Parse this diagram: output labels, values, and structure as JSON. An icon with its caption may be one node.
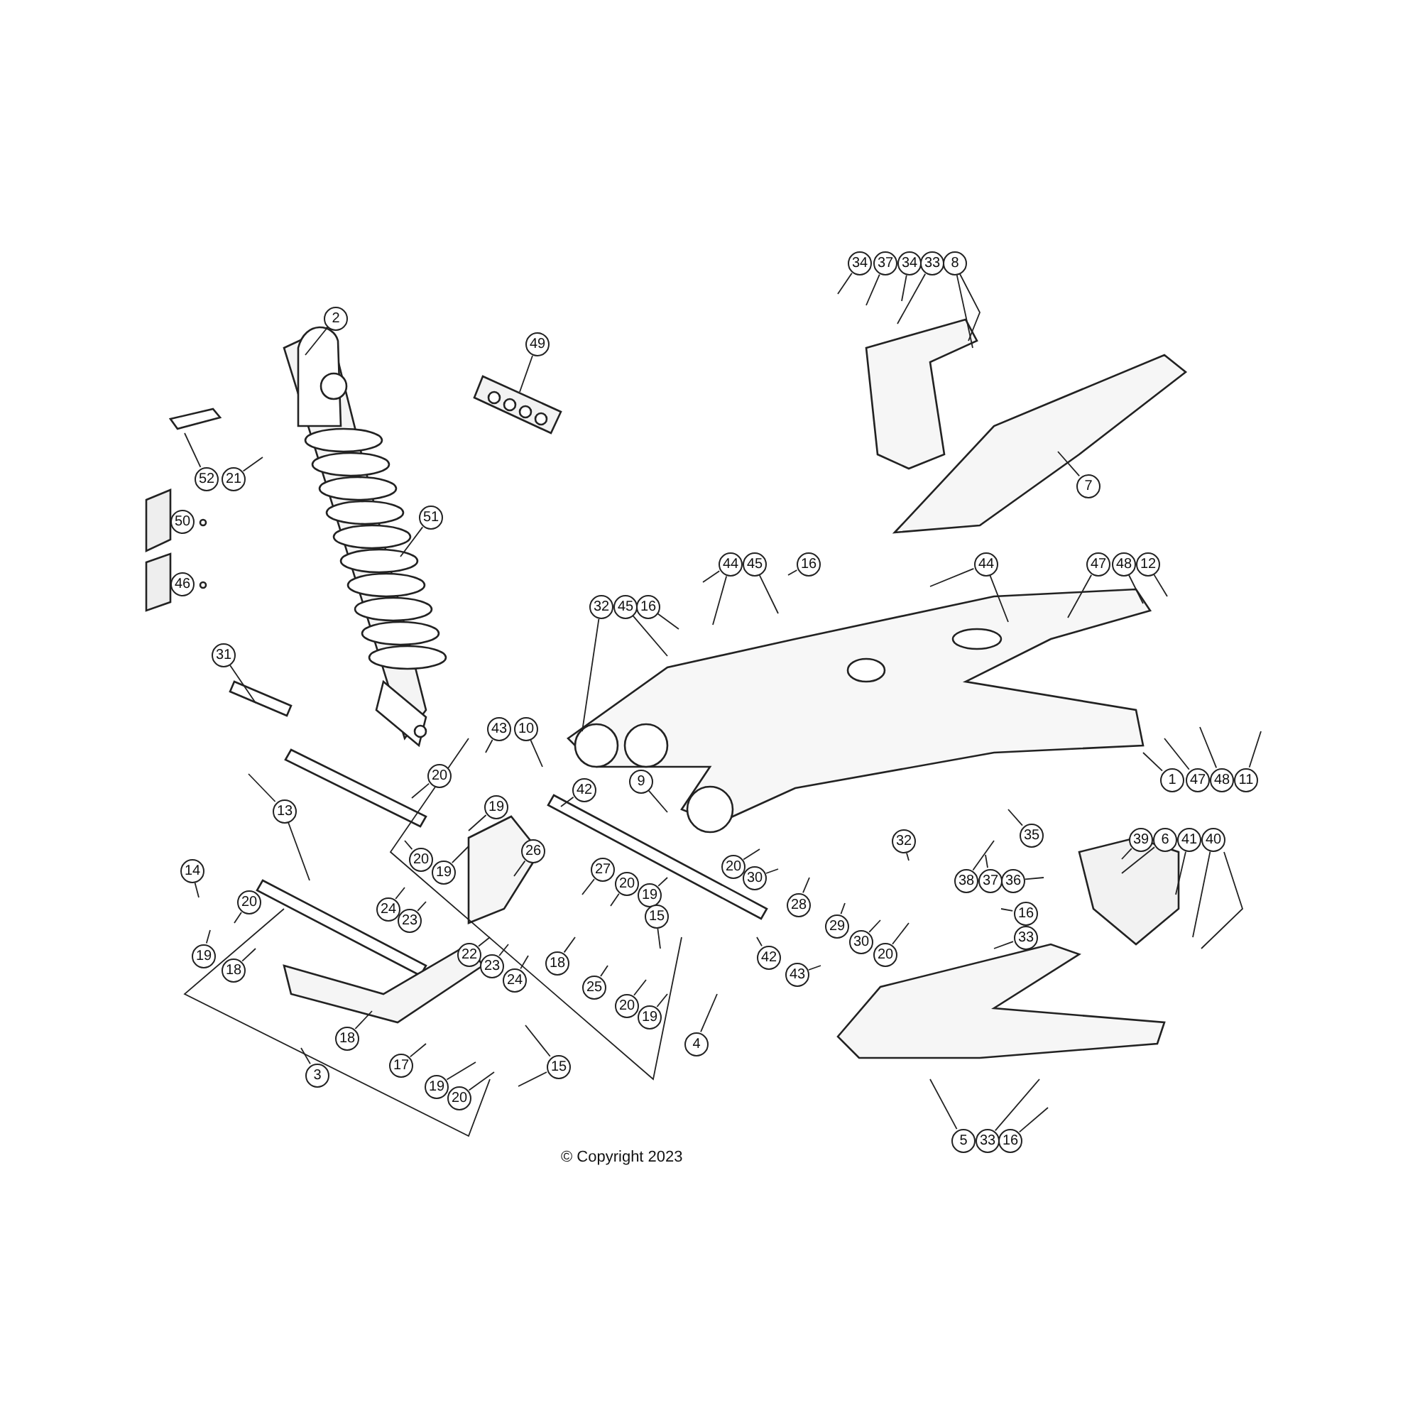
{
  "diagram": {
    "caption": "© Copyright 2023",
    "nodes": [
      {
        "text": [
          "34"
        ]
      },
      {
        "text": [
          "37"
        ]
      },
      {
        "text": [
          "34"
        ]
      },
      {
        "text": [
          "33"
        ]
      },
      {
        "text": [
          "8"
        ]
      },
      {
        "text": [
          "2"
        ]
      },
      {
        "text": [
          "49"
        ]
      },
      {
        "text": [
          "52"
        ]
      },
      {
        "text": [
          "21"
        ]
      },
      {
        "text": [
          "7"
        ]
      },
      {
        "text": [
          "51"
        ]
      },
      {
        "text": [
          "44"
        ]
      },
      {
        "text": [
          "45"
        ]
      },
      {
        "text": [
          "16"
        ]
      },
      {
        "text": [
          "44"
        ]
      },
      {
        "text": [
          "47"
        ]
      },
      {
        "text": [
          "48"
        ]
      },
      {
        "text": [
          "12"
        ]
      },
      {
        "text": [
          "32"
        ]
      },
      {
        "text": [
          "45"
        ]
      },
      {
        "text": [
          "16"
        ]
      },
      {
        "text": [
          "31"
        ]
      },
      {
        "text": [
          "43"
        ]
      },
      {
        "text": [
          "10"
        ]
      },
      {
        "text": [
          "20"
        ]
      },
      {
        "text": [
          "1"
        ]
      },
      {
        "text": [
          "47"
        ]
      },
      {
        "text": [
          "48"
        ]
      },
      {
        "text": [
          "11"
        ]
      },
      {
        "text": [
          "9"
        ]
      },
      {
        "text": [
          "42"
        ]
      },
      {
        "text": [
          "19"
        ]
      },
      {
        "text": [
          "13"
        ]
      },
      {
        "text": [
          "35"
        ]
      },
      {
        "text": [
          "39"
        ]
      },
      {
        "text": [
          "6"
        ]
      },
      {
        "text": [
          "41"
        ]
      },
      {
        "text": [
          "40"
        ]
      },
      {
        "text": [
          "32"
        ]
      },
      {
        "text": [
          "26"
        ]
      },
      {
        "text": [
          "20"
        ]
      },
      {
        "text": [
          "20"
        ]
      },
      {
        "text": [
          "27"
        ]
      },
      {
        "text": [
          "14"
        ]
      },
      {
        "text": [
          "19"
        ]
      },
      {
        "text": [
          "30"
        ]
      },
      {
        "text": [
          "38"
        ]
      },
      {
        "text": [
          "37"
        ]
      },
      {
        "text": [
          "36"
        ]
      },
      {
        "text": [
          "20"
        ]
      },
      {
        "text": [
          "19"
        ]
      },
      {
        "text": [
          "20"
        ]
      },
      {
        "text": [
          "28"
        ]
      },
      {
        "text": [
          "24"
        ]
      },
      {
        "text": [
          "16"
        ]
      },
      {
        "text": [
          "15"
        ]
      },
      {
        "text": [
          "23"
        ]
      },
      {
        "text": [
          "29"
        ]
      },
      {
        "text": [
          "33"
        ]
      },
      {
        "text": [
          "30"
        ]
      },
      {
        "text": [
          "22"
        ]
      },
      {
        "text": [
          "20"
        ]
      },
      {
        "text": [
          "19"
        ]
      },
      {
        "text": [
          "42"
        ]
      },
      {
        "text": [
          "18"
        ]
      },
      {
        "text": [
          "23"
        ]
      },
      {
        "text": [
          "18"
        ]
      },
      {
        "text": [
          "43"
        ]
      },
      {
        "text": [
          "24"
        ]
      },
      {
        "text": [
          "25"
        ]
      },
      {
        "text": [
          "20"
        ]
      },
      {
        "text": [
          "19"
        ]
      },
      {
        "text": [
          "18"
        ]
      },
      {
        "text": [
          "4"
        ]
      },
      {
        "text": [
          "17"
        ]
      },
      {
        "text": [
          "15"
        ]
      },
      {
        "text": [
          "3"
        ]
      },
      {
        "text": [
          "19"
        ]
      },
      {
        "text": [
          "20"
        ]
      },
      {
        "text": [
          "5"
        ]
      },
      {
        "text": [
          "33"
        ]
      },
      {
        "text": [
          "16"
        ]
      },
      {
        "text": [
          "50"
        ]
      },
      {
        "text": [
          "46"
        ]
      }
    ],
    "edges": [
      {
        "from": 0,
        "to": null,
        "arrow": "none"
      },
      {
        "from": 1,
        "to": null,
        "arrow": "none"
      },
      {
        "from": 2,
        "to": null,
        "arrow": "none"
      },
      {
        "from": 3,
        "to": null,
        "arrow": "none"
      },
      {
        "from": 4,
        "to": null,
        "arrow": "none"
      },
      {
        "from": 5,
        "to": null,
        "arrow": "none"
      },
      {
        "from": 6,
        "to": null,
        "arrow": "none"
      },
      {
        "from": 7,
        "to": null,
        "arrow": "none"
      },
      {
        "from": 8,
        "to": null,
        "arrow": "none"
      },
      {
        "from": 9,
        "to": null,
        "arrow": "none"
      },
      {
        "from": 10,
        "to": null,
        "arrow": "none"
      },
      {
        "from": 11,
        "to": null,
        "arrow": "none"
      },
      {
        "from": 11,
        "to": null,
        "arrow": "none"
      },
      {
        "from": 12,
        "to": null,
        "arrow": "none"
      },
      {
        "from": 13,
        "to": null,
        "arrow": "none"
      },
      {
        "from": 14,
        "to": null,
        "arrow": "none"
      },
      {
        "from": 14,
        "to": null,
        "arrow": "none"
      },
      {
        "from": 15,
        "to": null,
        "arrow": "none"
      },
      {
        "from": 16,
        "to": null,
        "arrow": "none"
      },
      {
        "from": 17,
        "to": null,
        "arrow": "none"
      },
      {
        "from": 18,
        "to": null,
        "arrow": "none"
      },
      {
        "from": 19,
        "to": null,
        "arrow": "none"
      },
      {
        "from": 20,
        "to": null,
        "arrow": "none"
      },
      {
        "from": 21,
        "to": null,
        "arrow": "none"
      },
      {
        "from": 22,
        "to": null,
        "arrow": "none"
      },
      {
        "from": 23,
        "to": null,
        "arrow": "none"
      },
      {
        "from": 24,
        "to": null,
        "arrow": "none"
      },
      {
        "from": 25,
        "to": null,
        "arrow": "none"
      },
      {
        "from": 26,
        "to": null,
        "arrow": "none"
      },
      {
        "from": 27,
        "to": null,
        "arrow": "none"
      },
      {
        "from": 28,
        "to": null,
        "arrow": "none"
      },
      {
        "from": 29,
        "to": null,
        "arrow": "none"
      },
      {
        "from": 30,
        "to": null,
        "arrow": "none"
      },
      {
        "from": 31,
        "to": null,
        "arrow": "none"
      },
      {
        "from": 32,
        "to": null,
        "arrow": "none"
      },
      {
        "from": 32,
        "to": null,
        "arrow": "none"
      },
      {
        "from": 33,
        "to": null,
        "arrow": "none"
      },
      {
        "from": 34,
        "to": null,
        "arrow": "none"
      },
      {
        "from": 35,
        "to": null,
        "arrow": "none"
      },
      {
        "from": 36,
        "to": null,
        "arrow": "none"
      },
      {
        "from": 37,
        "to": null,
        "arrow": "none"
      },
      {
        "from": 38,
        "to": null,
        "arrow": "none"
      },
      {
        "from": 39,
        "to": null,
        "arrow": "none"
      },
      {
        "from": 40,
        "to": null,
        "arrow": "none"
      },
      {
        "from": 41,
        "to": null,
        "arrow": "none"
      },
      {
        "from": 42,
        "to": null,
        "arrow": "none"
      },
      {
        "from": 43,
        "to": null,
        "arrow": "none"
      },
      {
        "from": 44,
        "to": null,
        "arrow": "none"
      },
      {
        "from": 45,
        "to": null,
        "arrow": "none"
      },
      {
        "from": 46,
        "to": null,
        "arrow": "none"
      },
      {
        "from": 47,
        "to": null,
        "arrow": "none"
      },
      {
        "from": 48,
        "to": null,
        "arrow": "none"
      },
      {
        "from": 49,
        "to": null,
        "arrow": "none"
      },
      {
        "from": 50,
        "to": null,
        "arrow": "none"
      },
      {
        "from": 51,
        "to": null,
        "arrow": "none"
      },
      {
        "from": 52,
        "to": null,
        "arrow": "none"
      },
      {
        "from": 53,
        "to": null,
        "arrow": "none"
      },
      {
        "from": 54,
        "to": null,
        "arrow": "none"
      },
      {
        "from": 55,
        "to": null,
        "arrow": "none"
      },
      {
        "from": 56,
        "to": null,
        "arrow": "none"
      },
      {
        "from": 57,
        "to": null,
        "arrow": "none"
      },
      {
        "from": 58,
        "to": null,
        "arrow": "none"
      },
      {
        "from": 59,
        "to": null,
        "arrow": "none"
      },
      {
        "from": 60,
        "to": null,
        "arrow": "none"
      },
      {
        "from": 61,
        "to": null,
        "arrow": "none"
      },
      {
        "from": 62,
        "to": null,
        "arrow": "none"
      },
      {
        "from": 63,
        "to": null,
        "arrow": "none"
      },
      {
        "from": 64,
        "to": null,
        "arrow": "none"
      },
      {
        "from": 65,
        "to": null,
        "arrow": "none"
      },
      {
        "from": 66,
        "to": null,
        "arrow": "none"
      },
      {
        "from": 67,
        "to": null,
        "arrow": "none"
      },
      {
        "from": 68,
        "to": null,
        "arrow": "none"
      },
      {
        "from": 69,
        "to": null,
        "arrow": "none"
      },
      {
        "from": 70,
        "to": null,
        "arrow": "none"
      },
      {
        "from": 71,
        "to": null,
        "arrow": "none"
      },
      {
        "from": 72,
        "to": null,
        "arrow": "none"
      },
      {
        "from": 73,
        "to": null,
        "arrow": "none"
      },
      {
        "from": 74,
        "to": null,
        "arrow": "none"
      },
      {
        "from": 75,
        "to": null,
        "arrow": "none"
      },
      {
        "from": 75,
        "to": null,
        "arrow": "none"
      },
      {
        "from": 76,
        "to": null,
        "arrow": "none"
      },
      {
        "from": 77,
        "to": null,
        "arrow": "none"
      },
      {
        "from": 78,
        "to": null,
        "arrow": "none"
      },
      {
        "from": 79,
        "to": null,
        "arrow": "none"
      },
      {
        "from": 80,
        "to": null,
        "arrow": "none"
      },
      {
        "from": 81,
        "to": null,
        "arrow": "none"
      }
    ]
  }
}
